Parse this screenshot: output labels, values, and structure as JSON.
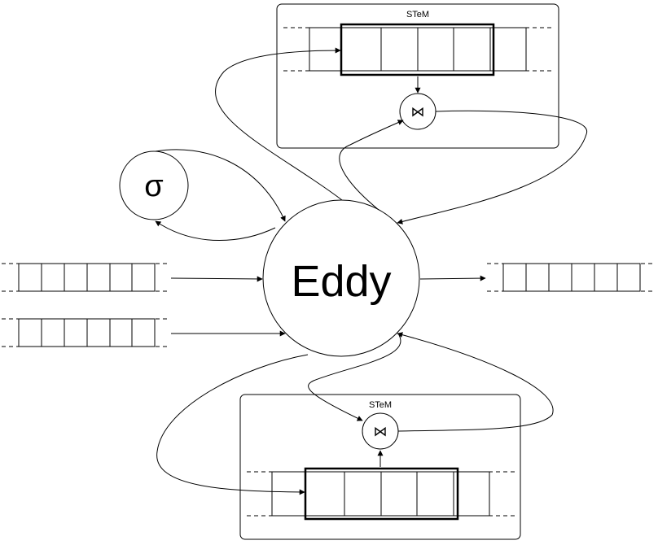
{
  "eddy": {
    "label": "Eddy"
  },
  "selection": {
    "symbol": "σ"
  },
  "stems": {
    "top": {
      "label": "STeM",
      "join_symbol": "⋈"
    },
    "bottom": {
      "label": "STeM",
      "join_symbol": "⋈"
    }
  }
}
